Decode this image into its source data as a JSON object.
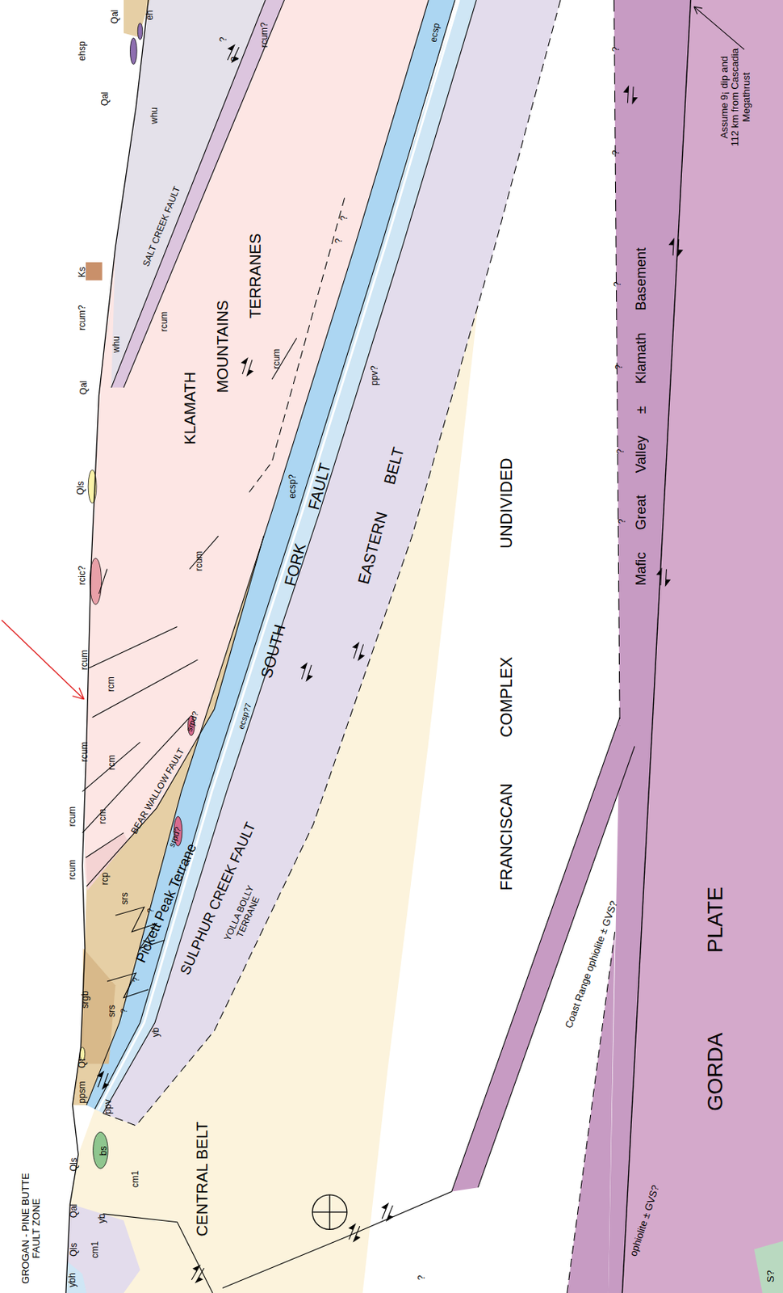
{
  "diagram": {
    "labels": [
      "GROGAN - PINE BUTTE FAULT ZONE",
      "ybh",
      "Qls",
      "cm1",
      "yb",
      "Qal",
      "Qls",
      "bs",
      "cm1",
      "ppsm",
      "ppv",
      "Qt",
      "yb",
      "srs",
      "srgb",
      "srs",
      "rcp",
      "rcum",
      "rcm",
      "rcum",
      "rcm",
      "rcum",
      "rcm",
      "rcum",
      "rcic?",
      "rcum",
      "Qls",
      "ecsp?",
      "rcum",
      "ppv?",
      "Qal",
      "whu",
      "rcum?",
      "Ks",
      "rcum",
      "SALT CREEK FAULT",
      "rcum?",
      "ecsp",
      "whu",
      "Qal",
      "ehsp",
      "Qal",
      "eh",
      "KLAMATH",
      "MOUNTAINS",
      "TERRANES",
      "SOUTH",
      "FORK",
      "FAULT",
      "EASTERN",
      "BELT",
      "FRANCISCAN",
      "COMPLEX",
      "UNDIVIDED",
      "CENTRAL BELT",
      "BEAR WALLOW FAULT",
      "Pickett Peak Terrane",
      "SULPHUR CREEK FAULT",
      "YOLLA BOLLY TERRANE",
      "srpd?",
      "srpd?",
      "ecsp?7",
      "GORDA",
      "PLATE",
      "Mafic Great Valley ± Klamath Basement",
      "Coast Range ophiolite ± GVS?",
      "ophiolite ± GVS?",
      "S?",
      "Assume 9¡ dip and 112 km from Cascadia Megathrust",
      "?",
      "?",
      "?",
      "?",
      "?",
      "?",
      "?",
      "?",
      "?",
      "?",
      "?",
      "?",
      "?",
      "?"
    ]
  }
}
